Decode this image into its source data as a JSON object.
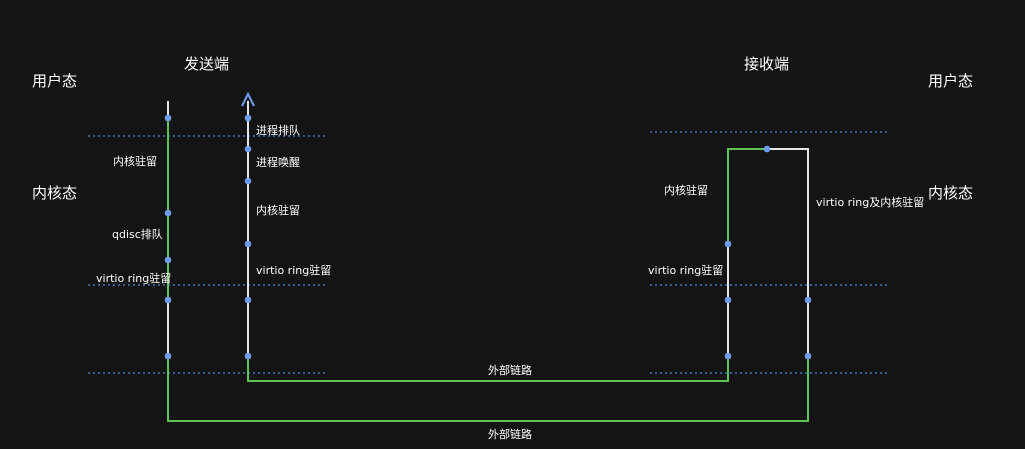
{
  "headers": {
    "sender": "发送端",
    "receiver": "接收端",
    "user_left": "用户态",
    "user_right": "用户态",
    "kernel_left": "内核态",
    "kernel_right": "内核态"
  },
  "sender_labels": {
    "process_queue": "进程排队",
    "kernel_stay_left": "内核驻留",
    "process_wakeup": "进程唤醒",
    "kernel_stay_right": "内核驻留",
    "qdisc_queue": "qdisc排队",
    "virtio_left": "virtio ring驻留",
    "virtio_right": "virtio ring驻留"
  },
  "receiver_labels": {
    "kernel_stay": "内核驻留",
    "virtio": "virtio ring驻留",
    "virtio_kernel": "virtio ring及内核驻留"
  },
  "links": {
    "inner": "外部链路",
    "outer": "外部链路"
  },
  "colors": {
    "background": "#141414",
    "path_green": "#5cc54f",
    "path_white": "#e6e6e6",
    "dot_blue": "#6f9bf0",
    "divider_blue": "#4d86d9"
  }
}
